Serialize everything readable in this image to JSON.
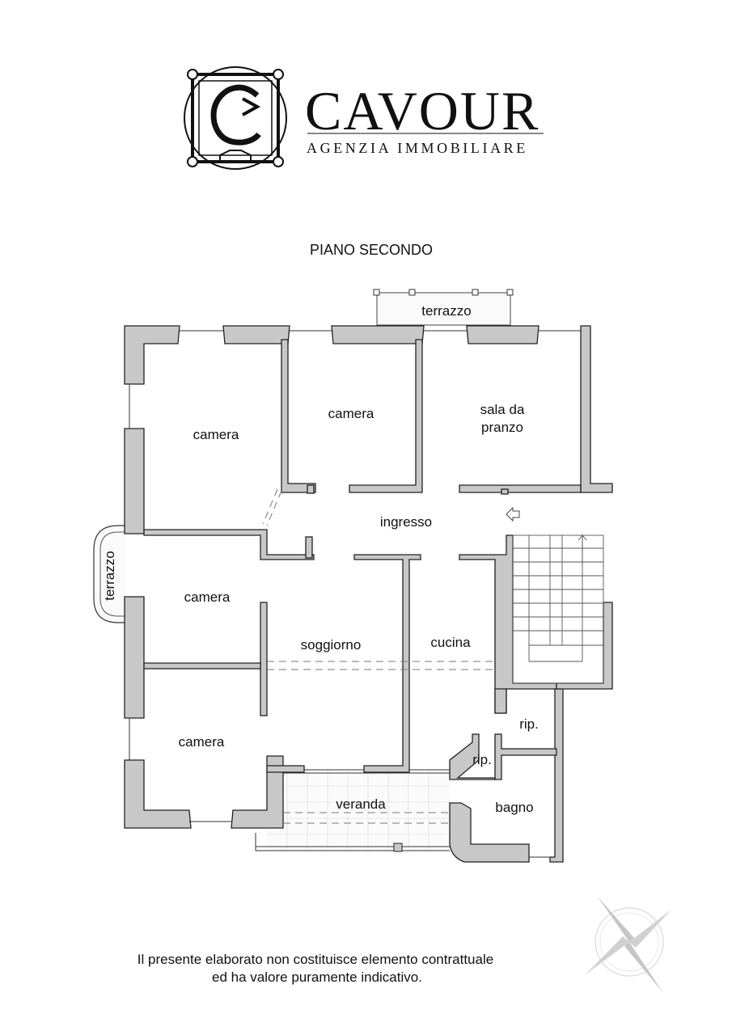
{
  "brand": {
    "name": "CAVOUR",
    "tagline": "AGENZIA IMMOBILIARE",
    "logo_letter": "C"
  },
  "floor_title": "PIANO SECONDO",
  "rooms": {
    "terrazzo_top": "terrazzo",
    "terrazzo_side": "terrazzo",
    "camera_nw": "camera",
    "camera_top_mid": "camera",
    "sala_line1": "sala da",
    "sala_line2": "pranzo",
    "ingresso": "ingresso",
    "camera_mid_left": "camera",
    "soggiorno": "soggiorno",
    "cucina": "cucina",
    "camera_sw": "camera",
    "rip_upper": "rip.",
    "rip_lower": "rip.",
    "veranda": "veranda",
    "bagno": "bagno"
  },
  "disclaimer": {
    "line1": "Il presente elaborato non costituisce elemento contrattuale",
    "line2": "ed ha valore puramente indicativo."
  },
  "icons": {
    "logo": "cavour-monogram-icon",
    "entry_arrow": "entry-arrow-icon",
    "compass": "compass-rose-icon"
  },
  "colors": {
    "wall_fill": "#c8c8c8",
    "wall_stroke": "#222222",
    "text": "#111111"
  }
}
